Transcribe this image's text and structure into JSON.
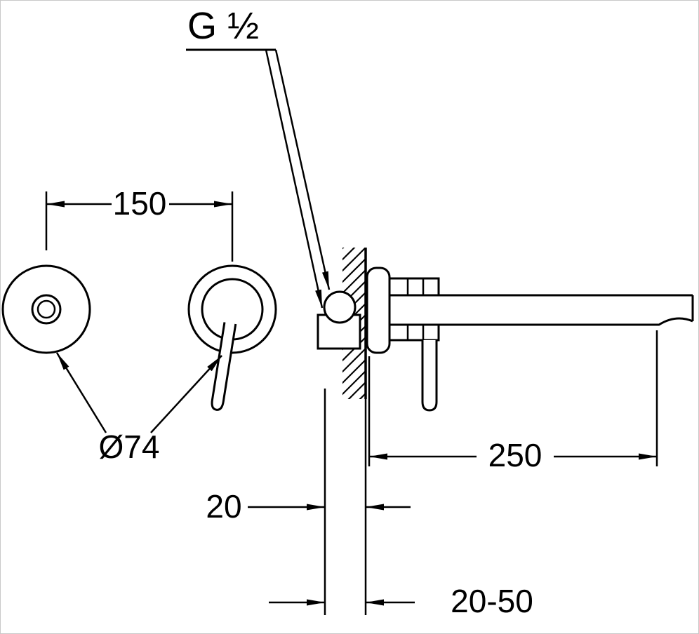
{
  "drawing": {
    "labels": {
      "thread_size": "G ½",
      "handle_spacing": "150",
      "escutcheon_diameter": "Ø74",
      "plate_offset": "20",
      "spout_projection": "250",
      "depth_range": "20-50"
    },
    "colors": {
      "line": "#000000",
      "background": "#ffffff"
    }
  }
}
